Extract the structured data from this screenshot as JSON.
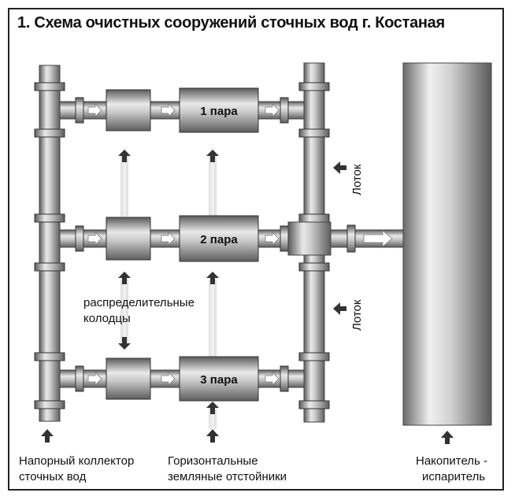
{
  "title": "1. Схема очистных сооружений сточных вод г. Костаная",
  "pairs": [
    "1 пара",
    "2 пара",
    "3 пара"
  ],
  "labels": {
    "distribution_wells_line1": "распределительные",
    "distribution_wells_line2": "колодцы",
    "tray_top": "Лоток",
    "tray_bottom": "Лоток",
    "collector_line1": "Напорный коллектор",
    "collector_line2": "сточных вод",
    "settlers_line1": "Горизонтальные",
    "settlers_line2": "земляные отстойники",
    "storage_line1": "Накопитель -",
    "storage_line2": "испаритель"
  },
  "colors": {
    "frame": "#222222",
    "arrow": "#333333",
    "flow_arrow": "#ffffff",
    "pipe_dark": "#555555",
    "pipe_light": "#e8e8e8"
  }
}
